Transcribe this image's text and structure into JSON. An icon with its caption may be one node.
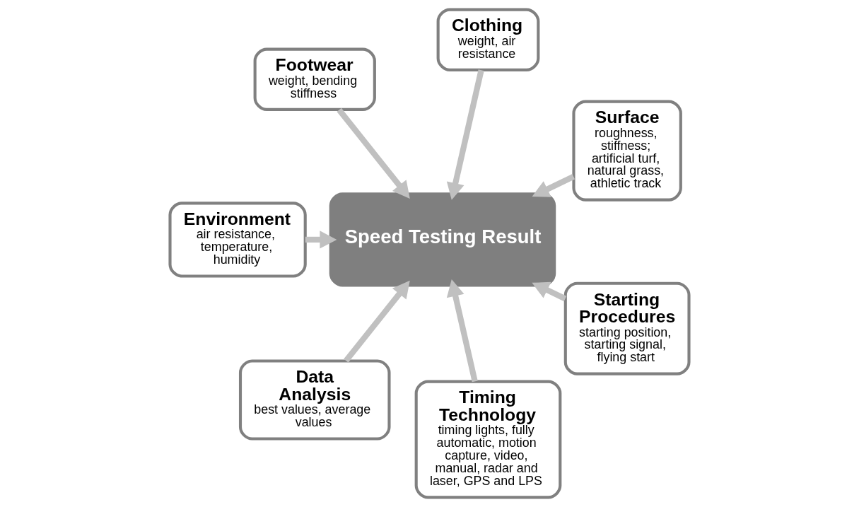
{
  "diagram": {
    "nodes": [
      {
        "text": [
          "Surface",
          "roughness, stiffness; artificial turf, natural grass, athletic track"
        ]
      },
      {
        "text": [
          "Clothing",
          "weight, air resistance"
        ]
      },
      {
        "text": [
          "Footwear",
          "weight, bending stiffness"
        ]
      },
      {
        "text": [
          "Speed Testing Result"
        ]
      },
      {
        "text": [
          "Environment",
          "air resistance, temperature, humidity"
        ]
      },
      {
        "text": [
          "Data Analysis",
          "best values, average values"
        ]
      },
      {
        "text": [
          "Timing Technology",
          "timing lights, fully automatic, motion capture, video, manual, radar and laser, GPS and LPS"
        ]
      },
      {
        "text": [
          "Starting Procedures",
          "starting position, starting signal, flying start"
        ]
      }
    ],
    "edges": [
      {
        "from": 0,
        "to": 3,
        "arrow": "to"
      },
      {
        "from": 1,
        "to": 3,
        "arrow": "to"
      },
      {
        "from": 2,
        "to": 3,
        "arrow": "to"
      },
      {
        "from": 4,
        "to": 3,
        "arrow": "to"
      },
      {
        "from": 5,
        "to": 3,
        "arrow": "to"
      },
      {
        "from": 6,
        "to": 3,
        "arrow": "to"
      },
      {
        "from": 7,
        "to": 3,
        "arrow": "to"
      }
    ]
  }
}
